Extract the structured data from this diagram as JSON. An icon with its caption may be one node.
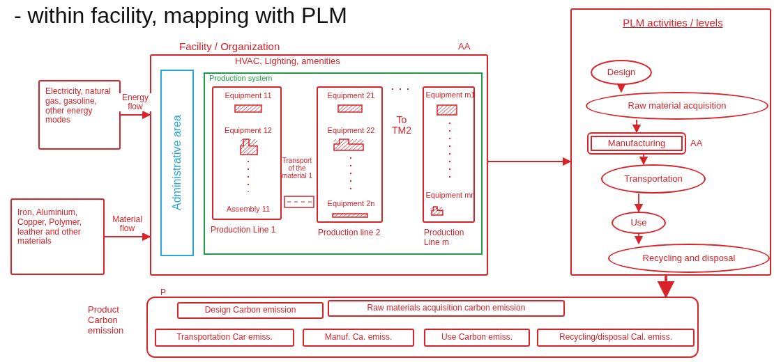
{
  "diagram": {
    "title": "- within facility, mapping with PLM",
    "nodes": [
      {
        "text": [
          "Electricity, natural gas, gasoline, other energy modes"
        ]
      },
      {
        "text": [
          "Iron, Aluminium, Copper, Polymer, leather and other materials"
        ]
      },
      {
        "text": [
          "Facility / Organization",
          "HVAC, Lighting, amenities"
        ],
        "beside": [
          "AA"
        ]
      },
      {
        "text": [
          "Administrative area"
        ],
        "in": 2
      },
      {
        "text": [
          "Production system"
        ],
        "in": 2
      },
      {
        "text": [
          "Equipment 11",
          "Equipment 12",
          "Assembly 11",
          "Production Line 1"
        ],
        "in": 4
      },
      {
        "text": [
          "Equipment 21",
          "Equipment 22",
          "Equipment 2n",
          "Production line 2"
        ],
        "in": 4
      },
      {
        "text": [
          "Equipment m1",
          "Equipment mn",
          "Production Line m"
        ],
        "in": 4
      },
      {
        "text": [
          "PLM activities / levels"
        ]
      },
      {
        "text": [
          "Design"
        ],
        "in": 8
      },
      {
        "text": [
          "Raw material acquisition"
        ],
        "in": 8
      },
      {
        "text": [
          "Manufacturing"
        ],
        "in": 8,
        "beside": [
          "AA"
        ]
      },
      {
        "text": [
          "Transportation"
        ],
        "in": 8
      },
      {
        "text": [
          "Use"
        ],
        "in": 8
      },
      {
        "text": [
          "Recycling and disposal"
        ],
        "in": 8
      },
      {
        "text": [
          "Product Carbon emission"
        ]
      },
      {
        "text": [
          "Design Carbon emission"
        ],
        "in": 15
      },
      {
        "text": [
          "Raw materials acquisition carbon emission"
        ],
        "in": 15
      },
      {
        "text": [
          "Transportation Car emiss."
        ],
        "in": 15
      },
      {
        "text": [
          "Manuf. Ca. emiss."
        ],
        "in": 15
      },
      {
        "text": [
          "Use Carbon emiss."
        ],
        "in": 15
      },
      {
        "text": [
          "Recycling/disposal Cal. emiss."
        ],
        "in": 15
      }
    ],
    "edges": [
      {
        "from": 0,
        "to": 2,
        "arrow": "to",
        "label": "Energy flow"
      },
      {
        "from": 1,
        "to": 2,
        "arrow": "to",
        "label": "Material flow"
      },
      {
        "from": 2,
        "to": 8,
        "arrow": "to"
      },
      {
        "from": 9,
        "to": 10,
        "arrow": "to"
      },
      {
        "from": 10,
        "to": 11,
        "arrow": "to"
      },
      {
        "from": 11,
        "to": 12,
        "arrow": "to"
      },
      {
        "from": 12,
        "to": 13,
        "arrow": "to"
      },
      {
        "from": 13,
        "to": 14,
        "arrow": "to"
      },
      {
        "from": 8,
        "to": 15,
        "arrow": "to",
        "style": "thick"
      }
    ],
    "labels": [
      "Transport of the material 1",
      "To TM2",
      "P"
    ]
  }
}
